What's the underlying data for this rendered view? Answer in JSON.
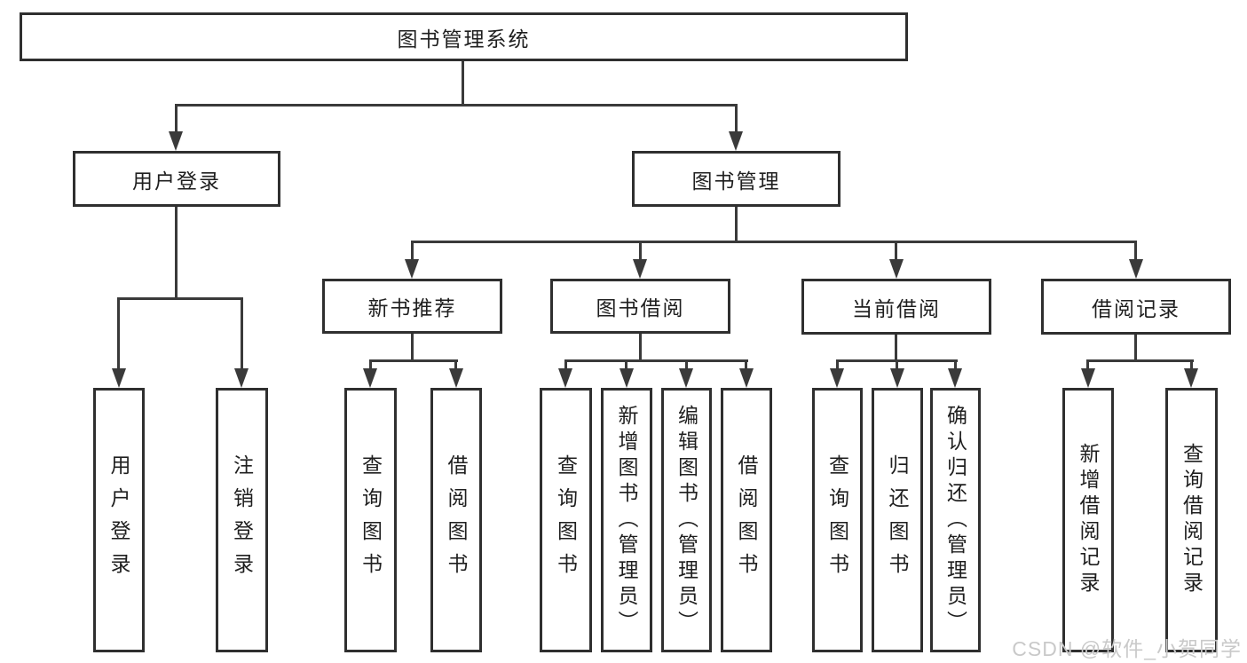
{
  "tree": {
    "label": "图书管理系统",
    "children": [
      {
        "label": "用户登录",
        "children": [
          {
            "label": "用户登录"
          },
          {
            "label": "注销登录"
          }
        ]
      },
      {
        "label": "图书管理",
        "children": [
          {
            "label": "新书推荐",
            "children": [
              {
                "label": "查询图书"
              },
              {
                "label": "借阅图书"
              }
            ]
          },
          {
            "label": "图书借阅",
            "children": [
              {
                "label": "查询图书"
              },
              {
                "label": "新增图书（管理员）"
              },
              {
                "label": "编辑图书（管理员）"
              },
              {
                "label": "借阅图书"
              }
            ]
          },
          {
            "label": "当前借阅",
            "children": [
              {
                "label": "查询图书"
              },
              {
                "label": "归还图书"
              },
              {
                "label": "确认归还（管理员）"
              }
            ]
          },
          {
            "label": "借阅记录",
            "children": [
              {
                "label": "新增借阅记录"
              },
              {
                "label": "查询借阅记录"
              }
            ]
          }
        ]
      }
    ]
  },
  "watermark": {
    "text": "CSDN @软件_小贺同学"
  },
  "colors": {
    "box_border": "#2f2f2f",
    "connector": "#3a3a3a",
    "text": "#1f1f1f",
    "watermark_text": "#c9c9c9",
    "background": "#ffffff"
  }
}
